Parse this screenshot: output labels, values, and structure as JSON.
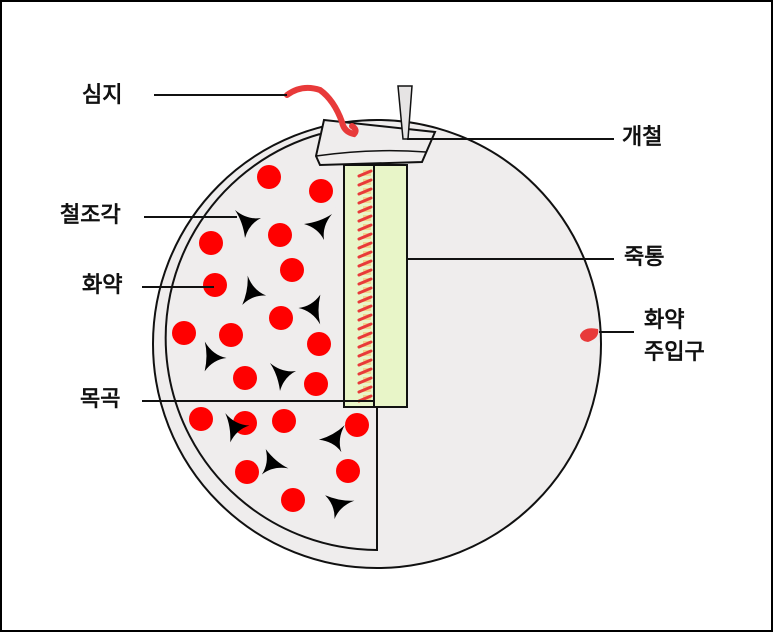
{
  "labels": {
    "wick": "심지",
    "lid": "개철",
    "iron_pieces": "철조각",
    "gunpowder": "화약",
    "bamboo_tube": "죽통",
    "powder_inlet_line1": "화약",
    "powder_inlet_line2": "주입구",
    "wooden_spiral": "목곡"
  },
  "colors": {
    "shell": "#efeded",
    "tube": "#e8f5c8",
    "pellet": "#ff0000",
    "wick": "#e83a3a",
    "iron": "#000000"
  }
}
